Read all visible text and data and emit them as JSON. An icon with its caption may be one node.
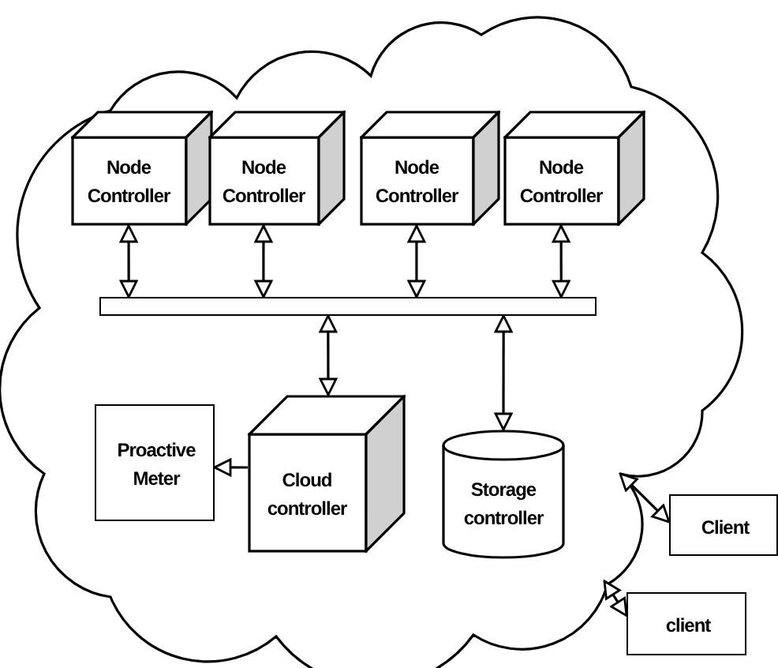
{
  "diagram": {
    "nodes": [
      {
        "text": [],
        "shape": "cloud"
      },
      {
        "text": [
          "Node Controller"
        ],
        "in": 0
      },
      {
        "text": [
          "Node Controller"
        ],
        "in": 0
      },
      {
        "text": [
          "Node Controller"
        ],
        "in": 0
      },
      {
        "text": [
          "Node Controller"
        ],
        "in": 0
      },
      {
        "text": [],
        "shape": "bar",
        "in": 0
      },
      {
        "text": [
          "Proactive Meter"
        ],
        "in": 0
      },
      {
        "text": [
          "Cloud controller"
        ],
        "in": 0
      },
      {
        "text": [
          "Storage controller"
        ],
        "in": 0
      },
      {
        "text": [
          "Client"
        ]
      },
      {
        "text": [
          "client"
        ]
      }
    ],
    "edges": [
      {
        "from": 1,
        "to": 5,
        "arrow": "both"
      },
      {
        "from": 2,
        "to": 5,
        "arrow": "both"
      },
      {
        "from": 3,
        "to": 5,
        "arrow": "both"
      },
      {
        "from": 4,
        "to": 5,
        "arrow": "both"
      },
      {
        "from": 5,
        "to": 7,
        "arrow": "both"
      },
      {
        "from": 5,
        "to": 8,
        "arrow": "both"
      },
      {
        "from": 7,
        "to": 6,
        "arrow": "to"
      },
      {
        "from": 9,
        "to": 0,
        "arrow": "both"
      },
      {
        "from": 10,
        "to": 0,
        "arrow": "both"
      }
    ]
  }
}
